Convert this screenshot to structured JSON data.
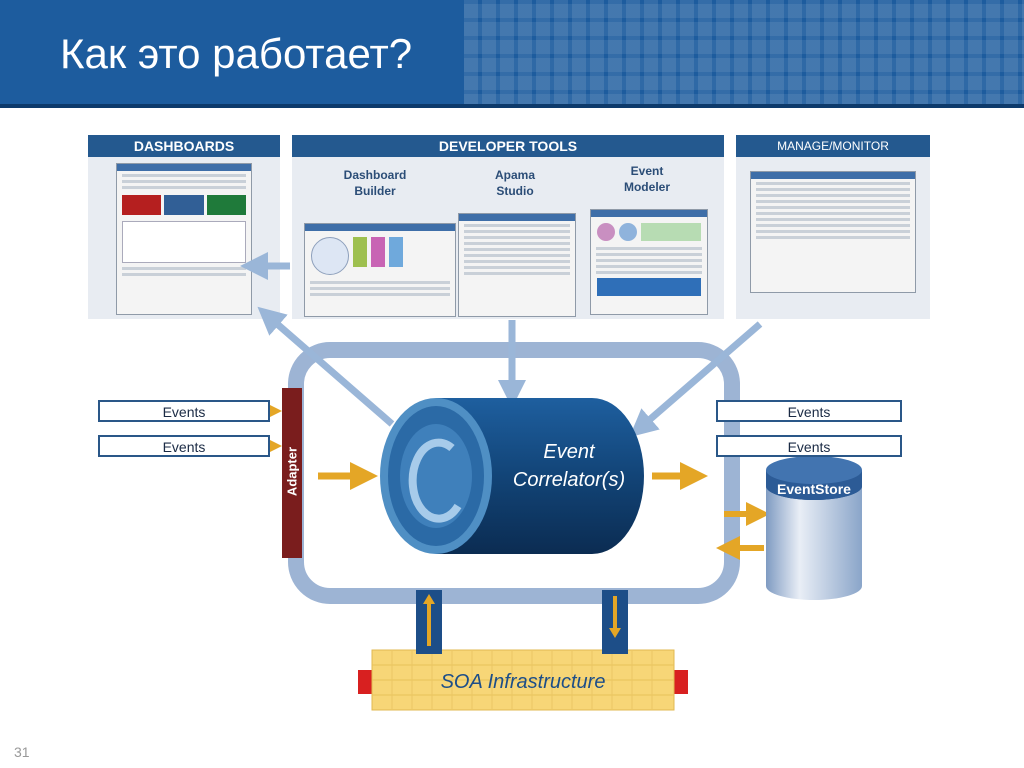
{
  "slide": {
    "title": "Как это работает?",
    "page_number": "31"
  },
  "panels": {
    "dashboards": "DASHBOARDS",
    "developer_tools": "DEVELOPER TOOLS",
    "manage_monitor": "MANAGE/MONITOR"
  },
  "tools": {
    "dashboard_builder": [
      "Dashboard",
      "Builder"
    ],
    "apama_studio": [
      "Apama",
      "Studio"
    ],
    "event_modeler": [
      "Event",
      "Modeler"
    ]
  },
  "inputs": {
    "left_events": [
      "Events",
      "Events"
    ],
    "adapter": "Adapter"
  },
  "outputs": {
    "right_events": [
      "Events",
      "Events"
    ]
  },
  "correlator": {
    "line1": "Event",
    "line2": "Correlator(s)"
  },
  "eventstore": "EventStore",
  "soa": "SOA Infrastructure"
}
